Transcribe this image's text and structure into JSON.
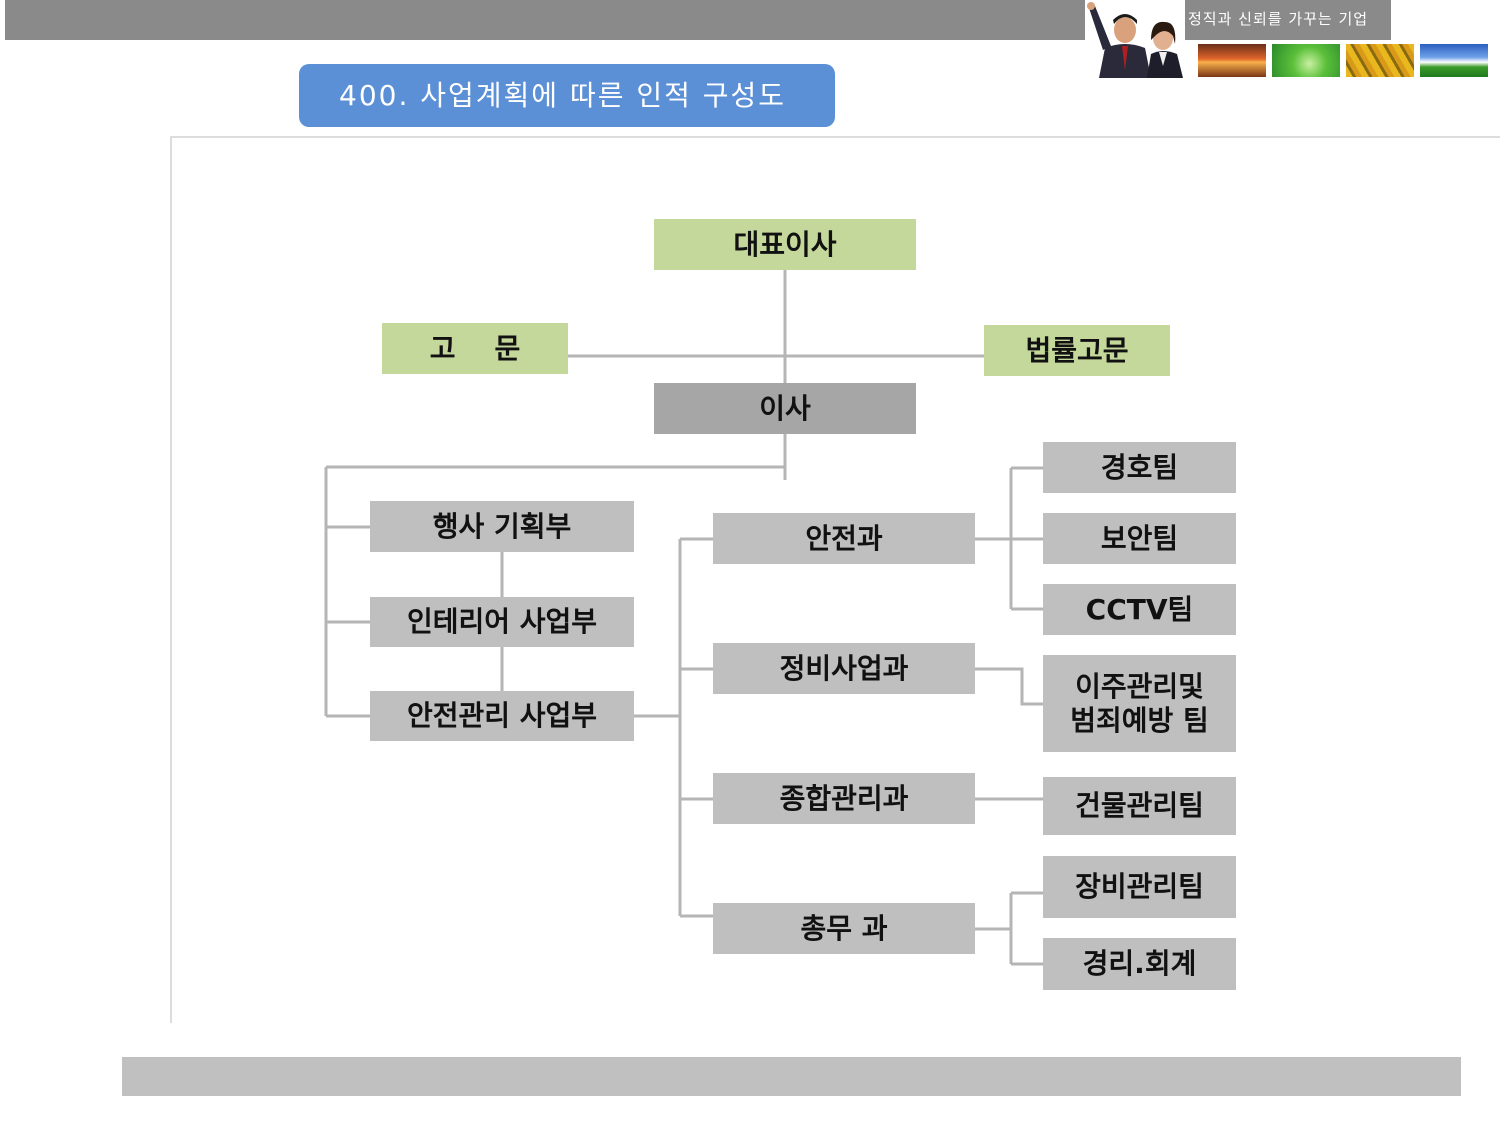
{
  "header": {
    "slogan": "정직과 신뢰를 가꾸는 기업",
    "title": "400.  사업계획에 따른 인적 구성도"
  },
  "org": {
    "ceo": "대표이사",
    "advisor": "고    문",
    "legal": "법률고문",
    "director": "이사",
    "dept_event": "행사 기획부",
    "dept_interior": "인테리어 사업부",
    "dept_safety": "안전관리 사업부",
    "sec_safety": "안전과",
    "sec_maintenance": "정비사업과",
    "sec_general": "종합관리과",
    "sec_admin": "총무 과",
    "team_guard": "경호팀",
    "team_security": "보안팀",
    "team_cctv": "CCTV팀",
    "team_relocation": "이주관리및\n범죄예방 팀",
    "team_building": "건물관리팀",
    "team_equipment": "장비관리팀",
    "team_accounting": "경리.회계"
  },
  "colors": {
    "top_level": "#c5d89c",
    "director": "#a6a6a6",
    "unit": "#bfbfbf",
    "title_bg": "#5b8fd6",
    "connector": "#b5b5b5"
  }
}
